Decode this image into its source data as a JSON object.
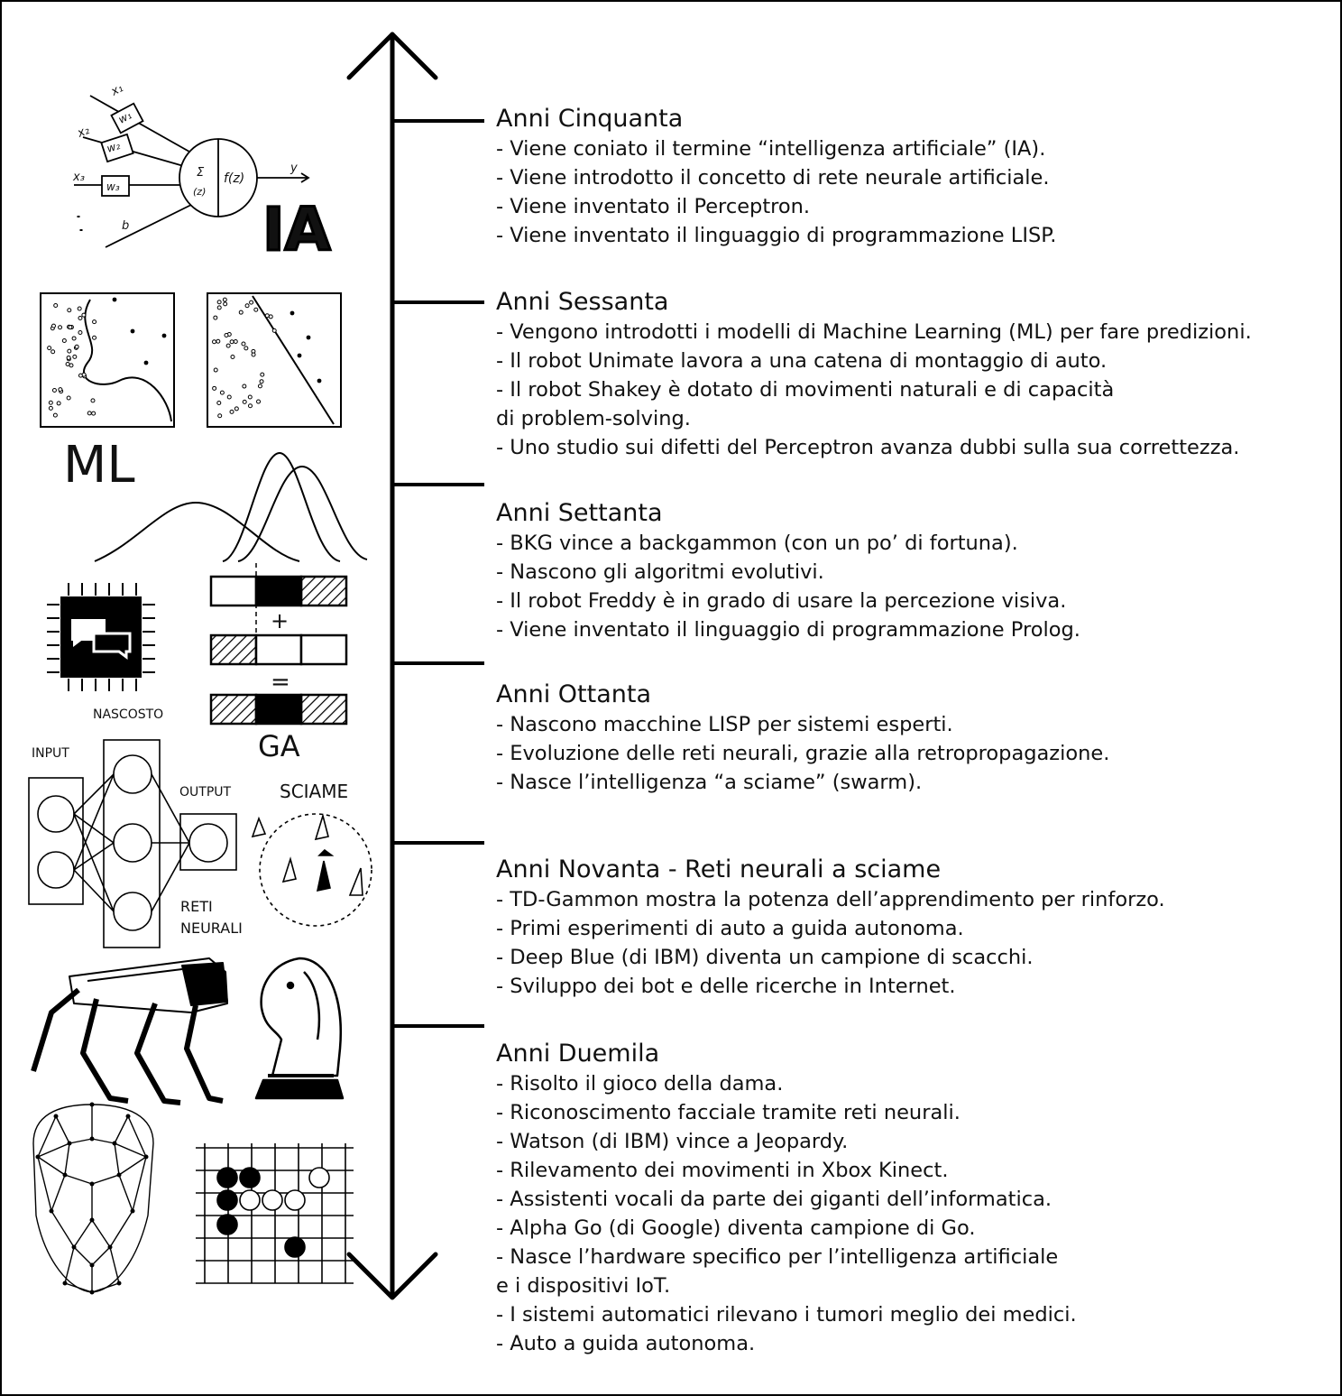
{
  "illustrations": {
    "ia_label": "IA",
    "ml_label": "ML",
    "ga_label": "GA",
    "hidden_label": "NASCOSTO",
    "input_label": "INPUT",
    "output_label": "OUTPUT",
    "swarm_label": "SCIAME",
    "nn_label_line1": "RETI",
    "nn_label_line2": "NEURALI",
    "plus_sign": "+",
    "equals_sign": "=",
    "perceptron": {
      "x1": "x₁",
      "x2": "x₂",
      "x3": "x₃",
      "w1": "w₁",
      "w2": "w₂",
      "w3": "w₃",
      "b": "b",
      "sigma": "Σ",
      "z": "(z)",
      "fz": "f(z)",
      "y": "y"
    }
  },
  "eras": [
    {
      "title": "Anni Cinquanta",
      "items": [
        "- Viene coniato il termine “intelligenza artificiale” (IA).",
        "- Viene introdotto il concetto di rete neurale artificiale.",
        "- Viene inventato il Perceptron.",
        "- Viene inventato il linguaggio di programmazione LISP."
      ]
    },
    {
      "title": "Anni Sessanta",
      "items": [
        "- Vengono introdotti i modelli di Machine Learning (ML) per fare predizioni.",
        "- Il robot Unimate lavora a una catena di montaggio di auto.",
        "- Il robot Shakey è dotato di movimenti naturali e di capacità\n   di problem-solving.",
        "- Uno studio sui difetti del Perceptron avanza dubbi sulla sua correttezza."
      ]
    },
    {
      "title": "Anni Settanta",
      "items": [
        "- BKG vince a backgammon (con un po’ di fortuna).",
        "- Nascono gli algoritmi evolutivi.",
        "- Il robot Freddy è in grado di usare la percezione visiva.",
        "- Viene inventato il linguaggio di programmazione Prolog."
      ]
    },
    {
      "title": "Anni Ottanta",
      "items": [
        "- Nascono macchine LISP per sistemi esperti.",
        "- Evoluzione delle reti neurali, grazie alla retropropagazione.",
        "- Nasce l’intelligenza “a sciame” (swarm)."
      ]
    },
    {
      "title": "Anni Novanta - Reti neurali a sciame",
      "items": [
        "- TD-Gammon mostra la potenza dell’apprendimento per rinforzo.",
        "- Primi esperimenti di auto a guida autonoma.",
        "- Deep Blue (di IBM) diventa un campione di scacchi.",
        "- Sviluppo dei bot e delle ricerche in Internet."
      ]
    },
    {
      "title": "Anni Duemila",
      "items": [
        "- Risolto il gioco della dama.",
        "- Riconoscimento facciale tramite reti neurali.",
        "- Watson (di IBM) vince a Jeopardy.",
        "- Rilevamento dei movimenti in Xbox Kinect.",
        "- Assistenti vocali da parte dei giganti dell’informatica.",
        "- Alpha Go (di Google) diventa campione di Go.",
        "- Nasce l’hardware specifico per l’intelligenza artificiale\n   e i dispositivi IoT.",
        "- I sistemi automatici rilevano i tumori meglio dei medici.",
        "- Auto a guida autonoma."
      ]
    }
  ]
}
